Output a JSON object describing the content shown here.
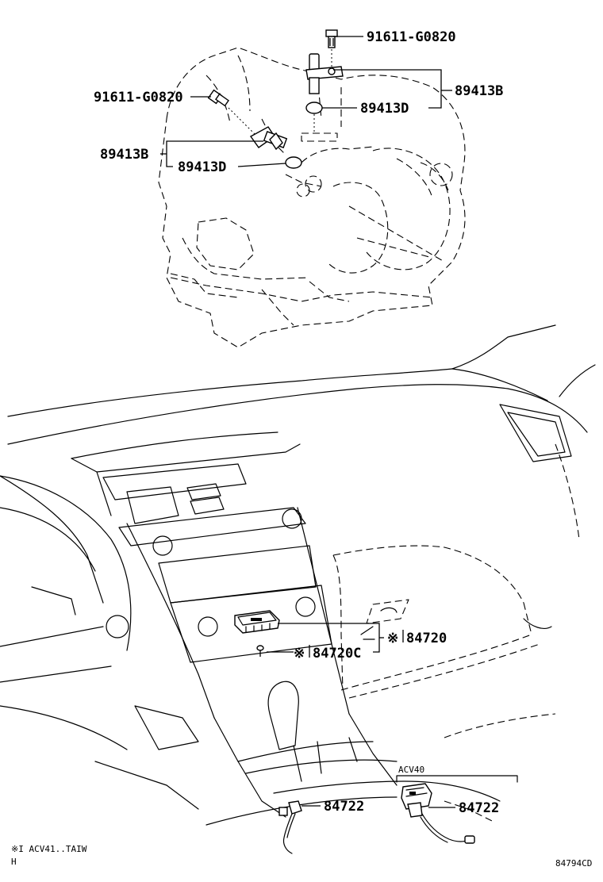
{
  "callouts": {
    "bolt_top": "91611-G0820",
    "bolt_left": "91611-G0820",
    "sensor_top_group": "89413B",
    "sensor_top_oring": "89413D",
    "sensor_left_group": "89413B",
    "sensor_left_oring": "89413D",
    "switch_main": "84720",
    "switch_screw": "84720C",
    "shift_lever_switch": "84722",
    "acv40_switch": "84722"
  },
  "markers": {
    "note_symbol": "※"
  },
  "box_label": "ACV40",
  "footnotes": {
    "note": "※I ACV41..TAIW",
    "region": "H"
  },
  "figure_code": "84794CD"
}
